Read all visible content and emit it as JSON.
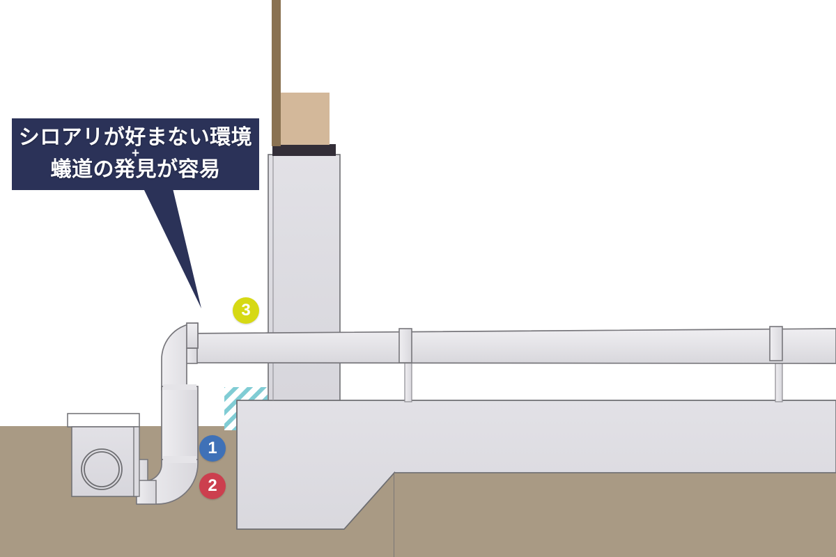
{
  "figure": {
    "kind": "architectural-cross-section",
    "title_hidden": "",
    "background_color": "#ffffff"
  },
  "callout": {
    "line1": "シロアリが好まない環境",
    "plus": "+",
    "line2": "蟻道の発見が容易",
    "background_color": "#2b3258",
    "text_color": "#ffffff"
  },
  "badges": [
    {
      "id": "1",
      "label": "1",
      "color": "#3f71b7"
    },
    {
      "id": "2",
      "label": "2",
      "color": "#cc3f4e"
    },
    {
      "id": "3",
      "label": "3",
      "color": "#d6d914"
    }
  ],
  "palette": {
    "ground": "#a99a84",
    "concrete": "#dcdbe0",
    "concrete_stroke": "#6e6e72",
    "pipe_fill": "#e3e2e6",
    "pipe_stroke": "#77767b",
    "wood_sill": "#d3b89a",
    "post": "#8a7252",
    "packing": "#332e38",
    "hatch": "#4fb9c4",
    "white": "#ffffff"
  },
  "elements": {
    "ground_label": "soil-ground",
    "foundation_label": "concrete-foundation",
    "pier_label": "concrete-pier",
    "sill_label": "wooden-sill-block",
    "post_label": "timber-post",
    "packing_label": "black-packing-layer",
    "drain_box_label": "drainage-inspection-box",
    "vent_pipe_label": "vent-drain-pipe",
    "horizontal_pipe_label": "horizontal-drain-pipe",
    "hatch_label": "hatched-insulation-area",
    "hanger_label": "pipe-hanger-strap"
  }
}
